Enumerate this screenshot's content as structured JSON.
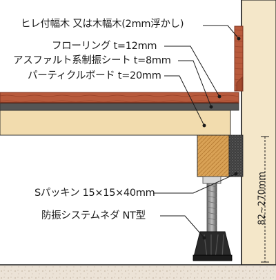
{
  "labels": {
    "baseboard": "ヒレ付幅木 又は木幅木(2mm浮かし)",
    "flooring": "フローリング t=12mm",
    "sound_sheet": "アスファルト系制振シート t=8mm",
    "particleboard": "パーティクルボード t=20mm",
    "s_packing": "Sパッキン 15×15×40mm",
    "bolt": "防振システムネダ NT型"
  },
  "dimension": {
    "height_range": "82~270mm"
  },
  "colors": {
    "wall": "#f4e7c9",
    "flooring": "#b85a3c",
    "flooring_edge": "#7d3420",
    "sound_sheet": "#555555",
    "particleboard": "#f2dcae",
    "wood_block": "#d9a256",
    "packing": "#3e3e3e",
    "concrete": "#ece3d7",
    "bolt_base": "#2a2a2a",
    "leader": "#1a1a1a"
  }
}
